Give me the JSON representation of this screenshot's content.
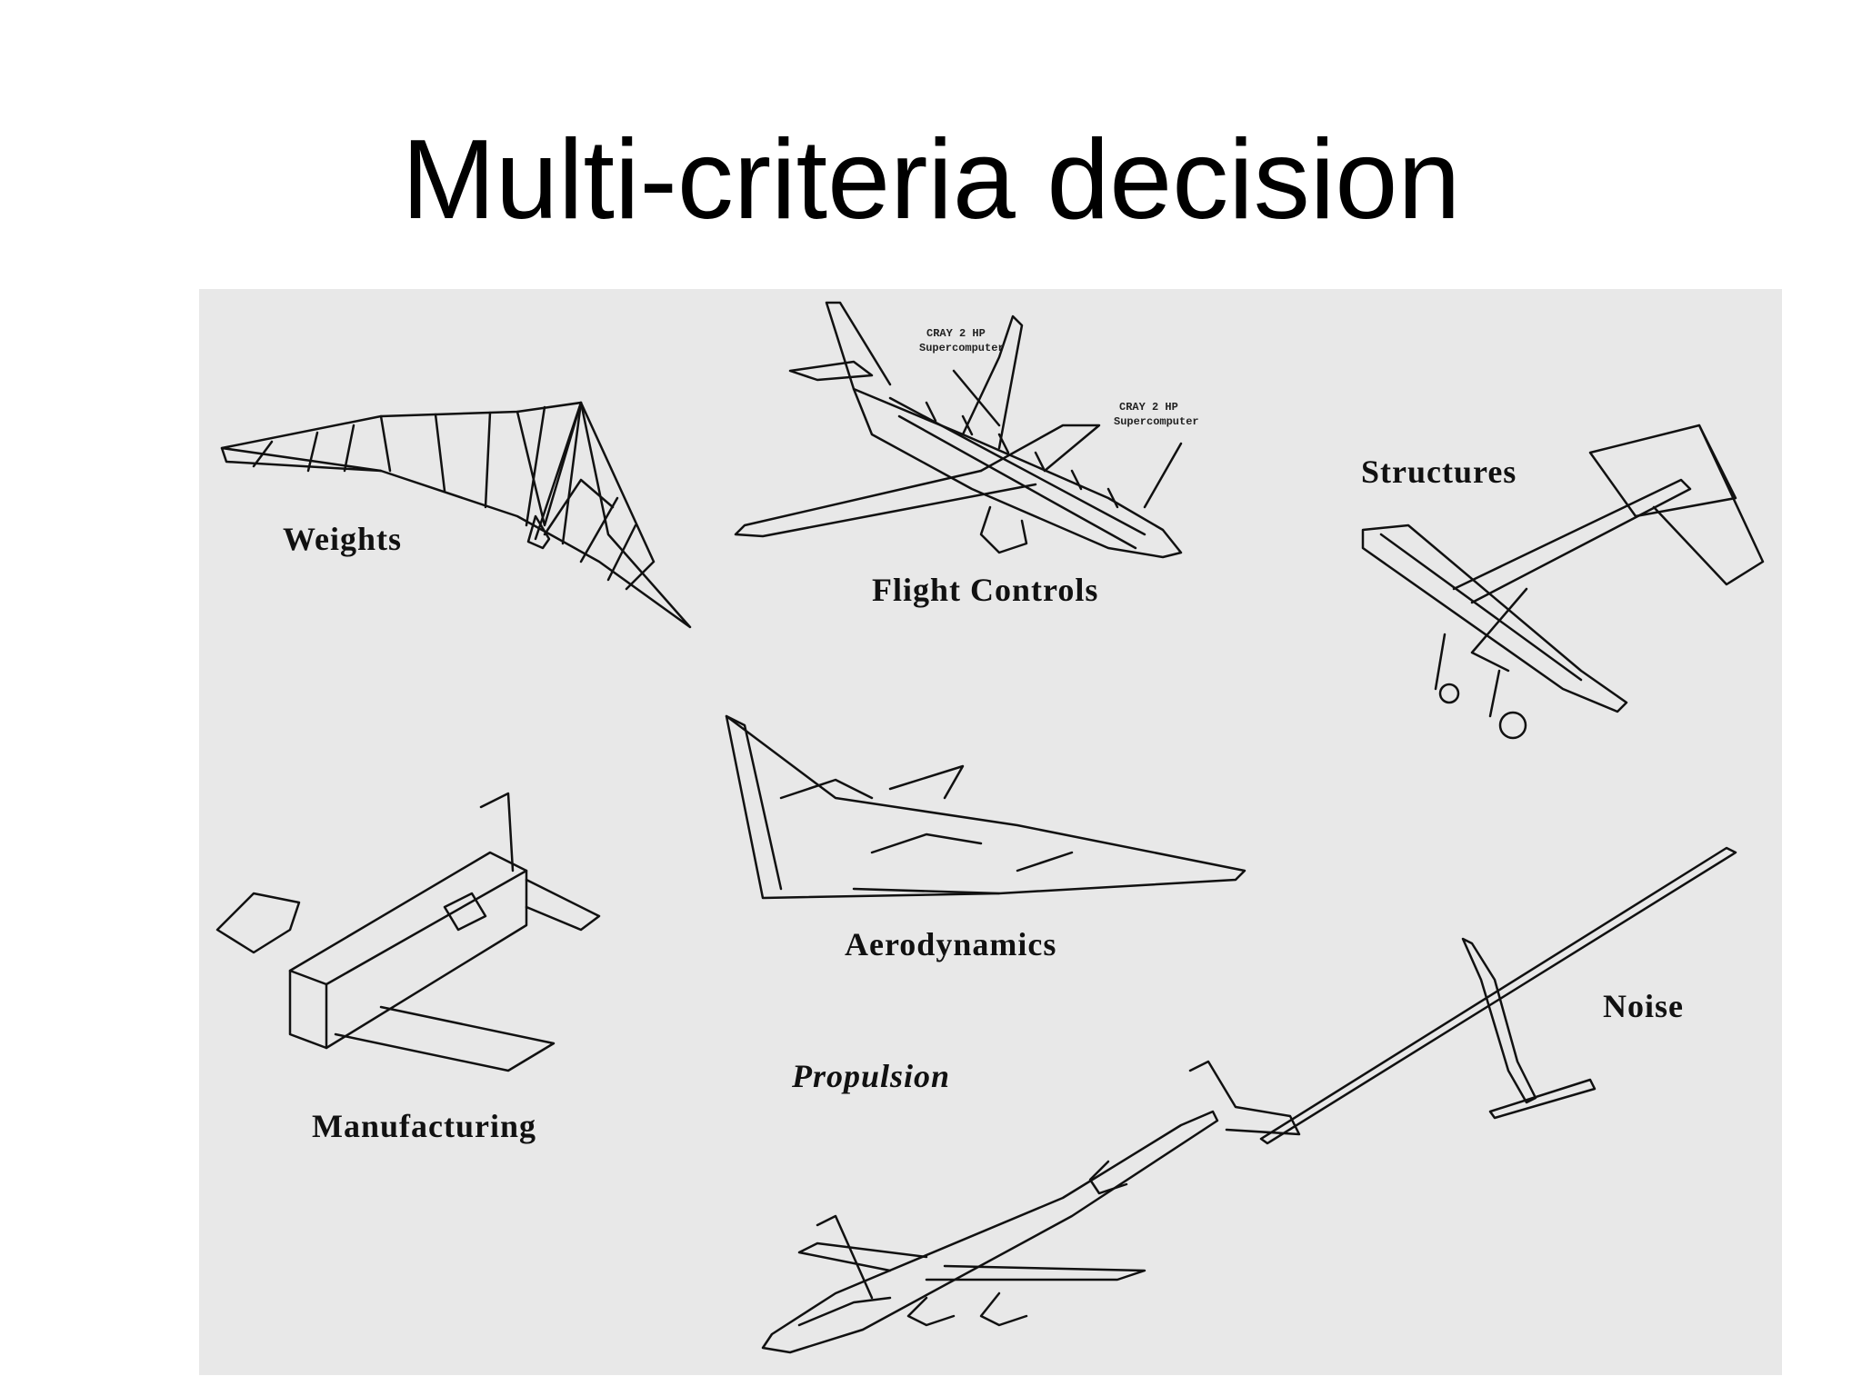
{
  "slide": {
    "title": "Multi-criteria decision"
  },
  "figure": {
    "labels": {
      "weights": "Weights",
      "flight_controls": "Flight  Controls",
      "structures": "Structures",
      "aerodynamics": "Aerodynamics",
      "manufacturing": "Manufacturing",
      "propulsion": "Propulsion",
      "noise": "Noise"
    },
    "callouts": {
      "top_line1": "CRAY 2 HP",
      "top_line2": "Supercomputer",
      "right_line1": "CRAY 2 HP",
      "right_line2": "Supercomputer"
    }
  }
}
